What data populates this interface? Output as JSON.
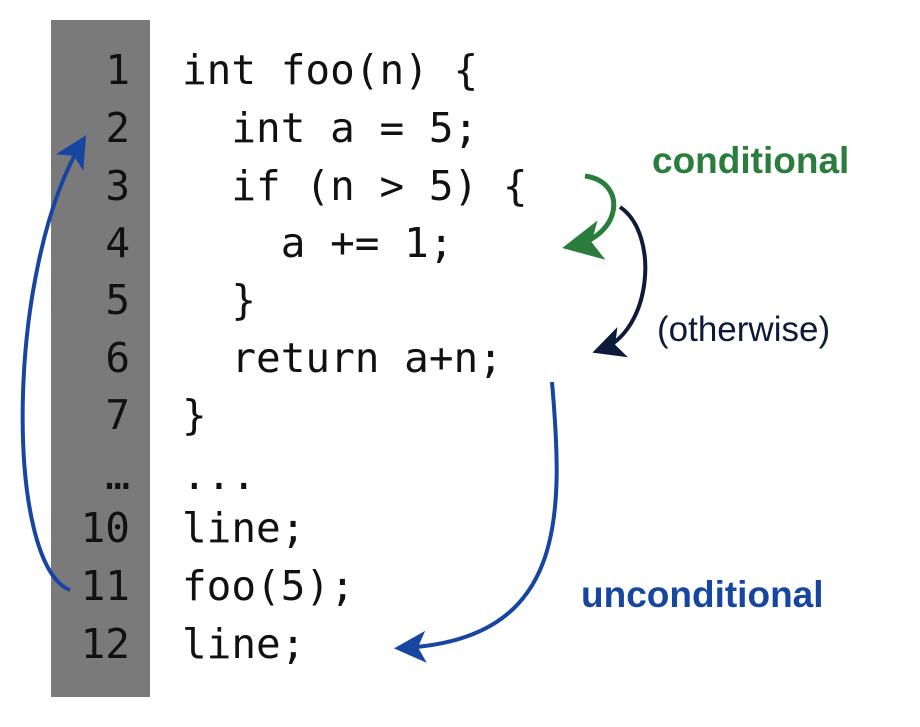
{
  "colors": {
    "gutter": "#7a7a7a",
    "conditional": "#2a7d3c",
    "otherwise": "#0e1a3a",
    "unconditional": "#1746a2"
  },
  "line_numbers": [
    "1",
    "2",
    "3",
    "4",
    "5",
    "6",
    "7",
    "…",
    "10",
    "11",
    "12"
  ],
  "code_lines": [
    "int foo(n) {",
    "  int a = 5;",
    "  if (n > 5) {",
    "    a += 1;",
    "  }",
    "  return a+n;",
    "}",
    "...",
    "line;",
    "foo(5);",
    "line;"
  ],
  "labels": {
    "conditional": "conditional",
    "otherwise": "(otherwise)",
    "unconditional": "unconditional"
  },
  "arrows": [
    {
      "name": "conditional",
      "from_line": "3",
      "to_line": "4"
    },
    {
      "name": "otherwise",
      "from_line": "3",
      "to_line": "6"
    },
    {
      "name": "unconditional-return",
      "from_line": "6",
      "to_line": "12"
    },
    {
      "name": "call",
      "from_line": "11",
      "to_line": "2"
    }
  ]
}
